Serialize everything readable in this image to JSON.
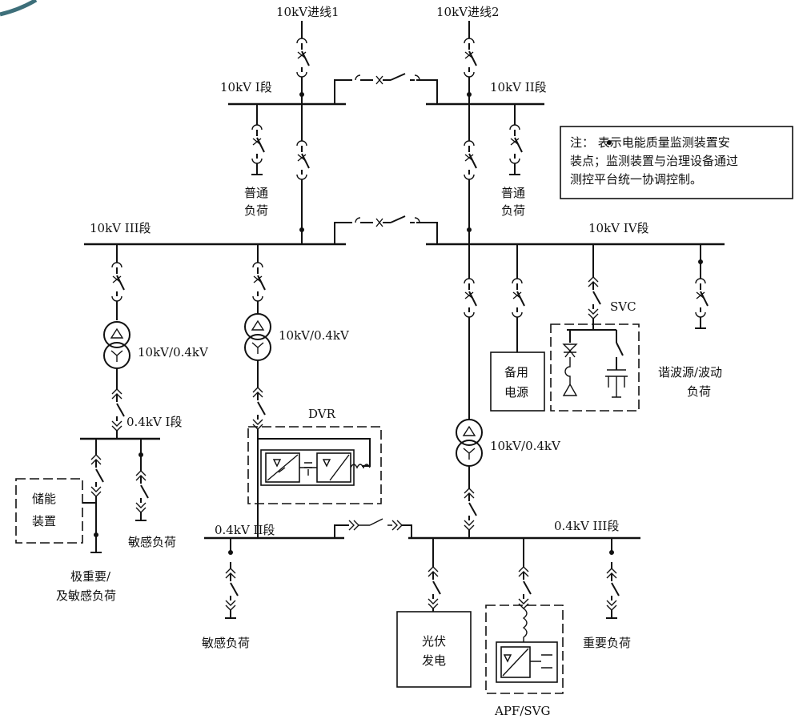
{
  "incoming": {
    "line1": "10kV进线1",
    "line2": "10kV进线2"
  },
  "buses": {
    "bus_10kv_1": "10kV I段",
    "bus_10kv_2": "10kV II段",
    "bus_10kv_3": "10kV III段",
    "bus_10kv_4": "10kV IV段",
    "bus_04kv_1": "0.4kV I段",
    "bus_04kv_2": "0.4kV II段",
    "bus_04kv_3": "0.4kV III段"
  },
  "transformers": {
    "t1": "10kV/0.4kV",
    "t2": "10kV/0.4kV",
    "t3": "10kV/0.4kV"
  },
  "loads": {
    "normal_left": [
      "普通",
      "负荷"
    ],
    "normal_right": [
      "普通",
      "负荷"
    ],
    "harmonic": [
      "谐波源/波动",
      "负荷"
    ],
    "critical_sensitive": [
      "极重要/",
      "及敏感负荷"
    ],
    "sensitive_1": "敏感负荷",
    "sensitive_2": "敏感负荷",
    "important": "重要负荷"
  },
  "devices": {
    "backup": [
      "备用",
      "电源"
    ],
    "svc": "SVC",
    "dvr": "DVR",
    "storage": [
      "储能",
      "装置"
    ],
    "pv": [
      "光伏",
      "发电"
    ],
    "apf": "APF/SVG"
  },
  "note": {
    "lines": [
      "注：  表示电能质量监测装置安",
      "装点；监测装置与治理设备通过",
      "测控平台统一协调控制。"
    ]
  }
}
